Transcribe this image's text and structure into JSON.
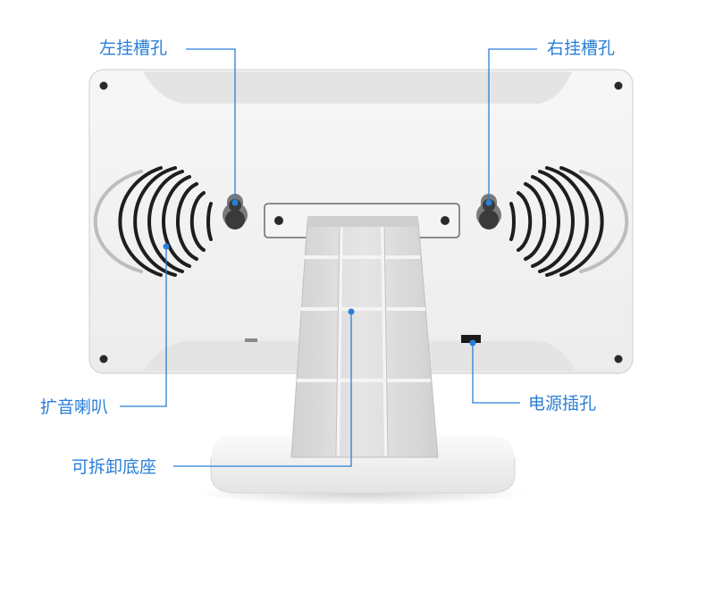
{
  "labels": {
    "left_slot": "左挂槽孔",
    "right_slot": "右挂槽孔",
    "speaker": "扩音喇叭",
    "power_port": "电源插孔",
    "removable_base": "可拆卸底座"
  },
  "colors": {
    "callout": "#2a7fd6",
    "device_body": "#f2f2f2",
    "inner_panel": "#e7e7e7",
    "speaker_grille": "#1e1e1e",
    "stand": "#dcdcdc"
  }
}
